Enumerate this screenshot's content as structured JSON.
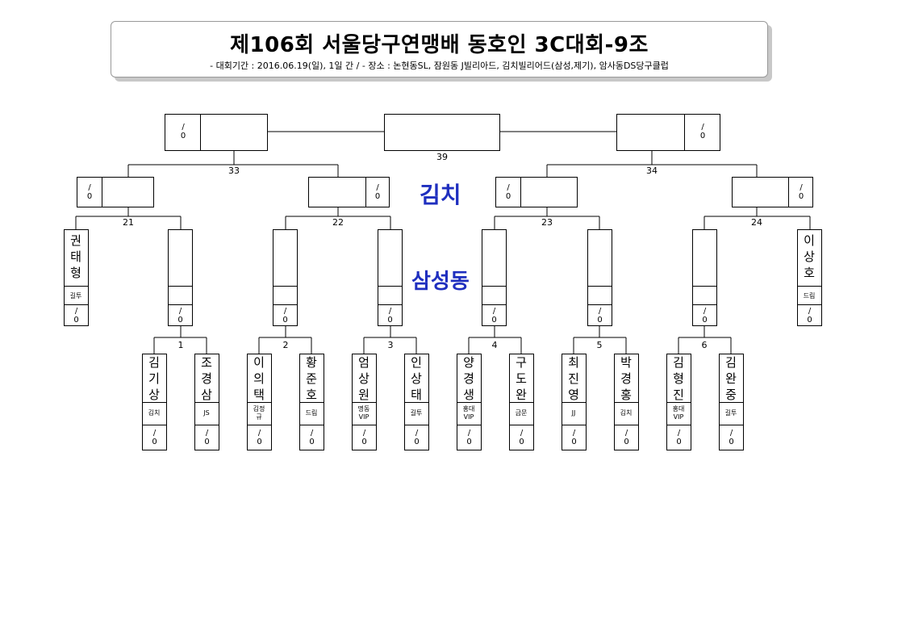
{
  "header": {
    "title": "제106회 서울당구연맹배 동호인 3C대회-9조",
    "subtitle": "- 대회기간 : 2016.06.19(일), 1일 간 / - 장소 : 논현동SL, 잠원동 J빌리아드, 김치빌리어드(삼성,제기), 암사동DS당구클럽"
  },
  "venues": {
    "upper": "김치",
    "lower": "삼성동"
  },
  "final": {
    "label": "39",
    "left_score": [
      "/",
      "0"
    ],
    "right_score": [
      "/",
      "0"
    ]
  },
  "semis": [
    {
      "label": "33",
      "left_score": [
        "/",
        "0"
      ],
      "right_score": [
        "/",
        "0"
      ]
    },
    {
      "label": "34",
      "left_score": [
        "/",
        "0"
      ],
      "right_score": [
        "/",
        "0"
      ]
    }
  ],
  "quarters": [
    {
      "label": "21"
    },
    {
      "label": "22"
    },
    {
      "label": "23"
    },
    {
      "label": "24"
    }
  ],
  "r2_players": [
    {
      "name": [
        "권",
        "태",
        "형"
      ],
      "club": "길투"
    },
    {
      "name": [],
      "club": ""
    },
    {
      "name": [],
      "club": ""
    },
    {
      "name": [],
      "club": ""
    },
    {
      "name": [],
      "club": ""
    },
    {
      "name": [],
      "club": ""
    },
    {
      "name": [],
      "club": ""
    },
    {
      "name": [
        "이",
        "상",
        "호"
      ],
      "club": "드림"
    }
  ],
  "r1_matches": [
    {
      "label": "1",
      "players": [
        {
          "name": [
            "김",
            "기",
            "상"
          ],
          "club": [
            "김치"
          ]
        },
        {
          "name": [
            "조",
            "경",
            "삼"
          ],
          "club": [
            "JS"
          ]
        }
      ]
    },
    {
      "label": "2",
      "players": [
        {
          "name": [
            "이",
            "의",
            "택"
          ],
          "club": [
            "김정",
            "규"
          ]
        },
        {
          "name": [
            "황",
            "준",
            "호"
          ],
          "club": [
            "드림"
          ]
        }
      ]
    },
    {
      "label": "3",
      "players": [
        {
          "name": [
            "엄",
            "상",
            "원"
          ],
          "club": [
            "명동",
            "VIP"
          ]
        },
        {
          "name": [
            "인",
            "상",
            "태"
          ],
          "club": [
            "길투"
          ]
        }
      ]
    },
    {
      "label": "4",
      "players": [
        {
          "name": [
            "양",
            "경",
            "생"
          ],
          "club": [
            "홍대",
            "VIP"
          ]
        },
        {
          "name": [
            "구",
            "도",
            "완"
          ],
          "club": [
            "금문"
          ]
        }
      ]
    },
    {
      "label": "5",
      "players": [
        {
          "name": [
            "최",
            "진",
            "영"
          ],
          "club": [
            "JJ"
          ]
        },
        {
          "name": [
            "박",
            "경",
            "홍"
          ],
          "club": [
            "김치"
          ]
        }
      ]
    },
    {
      "label": "6",
      "players": [
        {
          "name": [
            "김",
            "형",
            "진"
          ],
          "club": [
            "홍대",
            "VIP"
          ]
        },
        {
          "name": [
            "김",
            "완",
            "중"
          ],
          "club": [
            "길투"
          ]
        }
      ]
    }
  ],
  "score_text": {
    "slash": "/",
    "zero": "0"
  }
}
